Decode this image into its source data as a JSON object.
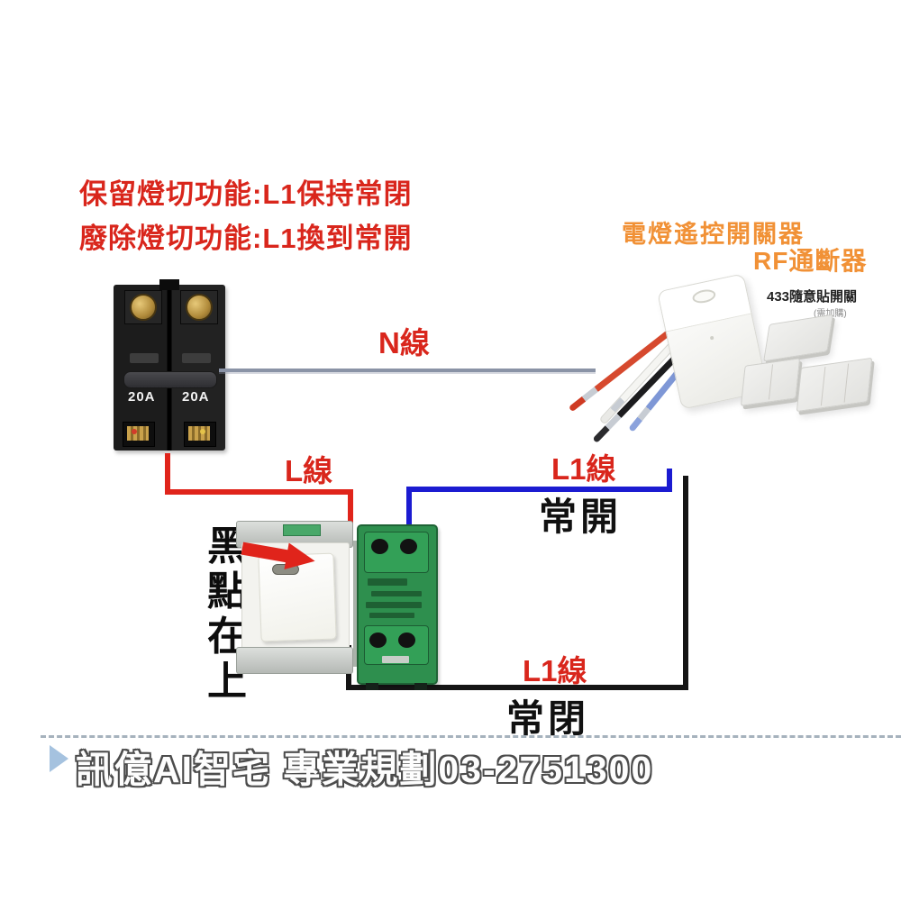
{
  "heading": {
    "line1": "保留燈切功能:L1保持常閉",
    "line2": "廢除燈切功能:L1換到常開"
  },
  "device": {
    "title": "電燈遙控開關器",
    "subtitle": "RF通斷器",
    "sticker_label": "433隨意貼開關",
    "sticker_note": "(需加購)"
  },
  "breaker": {
    "rating": "20A"
  },
  "wires": {
    "n_label": "N線",
    "l_label": "L線",
    "l1_top_label": "L1線",
    "l1_bottom_label": "L1線",
    "state_open": "常開",
    "state_closed": "常閉"
  },
  "note": {
    "text": "黑點在上"
  },
  "footer": {
    "text": "訊億AI智宅 專業規劃03-2751300"
  },
  "colors": {
    "heading_red": "#d9261c",
    "title_orange": "#f19136",
    "wire_red": "#e0241b",
    "wire_blue": "#1b1bd1",
    "wire_black": "#151515",
    "neutral_gray": "#8a93a6",
    "switch_green": "#2e8f4e",
    "footer_accent": "#a5c2df"
  }
}
